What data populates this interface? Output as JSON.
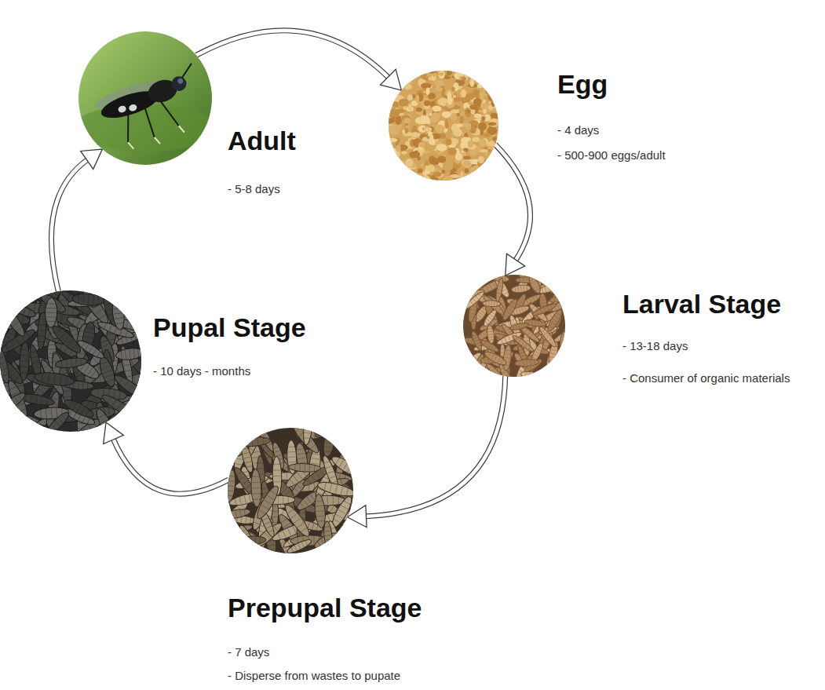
{
  "diagram": {
    "nodes": [
      {
        "text": [
          "Adult",
          "- 5-8 days"
        ]
      },
      {
        "text": [
          "Egg",
          "- 4 days",
          "- 500-900 eggs/adult"
        ]
      },
      {
        "text": [
          "Larval Stage",
          "- 13-18 days",
          "- Consumer of organic materials"
        ]
      },
      {
        "text": [
          "Prepupal Stage",
          "- 7 days",
          "- Disperse from wastes to pupate"
        ]
      },
      {
        "text": [
          "Pupal Stage",
          "- 10 days - months"
        ]
      }
    ],
    "edges": [
      {
        "from": 0,
        "to": 1,
        "arrow": "to"
      },
      {
        "from": 1,
        "to": 2,
        "arrow": "to"
      },
      {
        "from": 2,
        "to": 3,
        "arrow": "to"
      },
      {
        "from": 3,
        "to": 4,
        "arrow": "to"
      },
      {
        "from": 4,
        "to": 0,
        "arrow": "to"
      }
    ]
  }
}
